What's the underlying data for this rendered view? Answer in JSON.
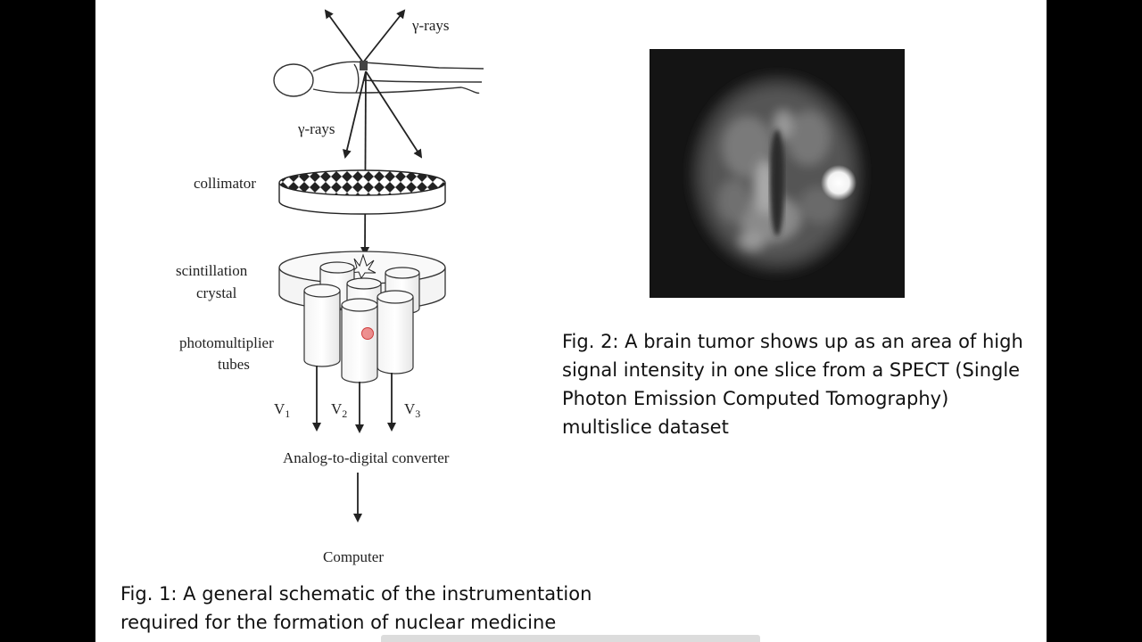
{
  "fig1": {
    "labels": {
      "gamma_top": "γ-rays",
      "gamma_mid": "γ-rays",
      "collimator": "collimator",
      "scint_1": "scintillation",
      "scint_2": "crystal",
      "pmt_1": "photomultiplier",
      "pmt_2": "tubes",
      "v1": "V",
      "v1_sub": "1",
      "v2": "V",
      "v2_sub": "2",
      "v3": "V",
      "v3_sub": "3",
      "adc": "Analog-to-digital converter",
      "computer": "Computer"
    },
    "caption_line1": "Fig. 1: A general schematic of the instrumentation",
    "caption_line2": "required for the formation of nuclear medicine"
  },
  "fig2": {
    "caption": "Fig. 2: A brain tumor shows up as an area of high signal intensity in one slice from a SPECT (Single Photon Emission Computed Tomography) multislice dataset"
  }
}
